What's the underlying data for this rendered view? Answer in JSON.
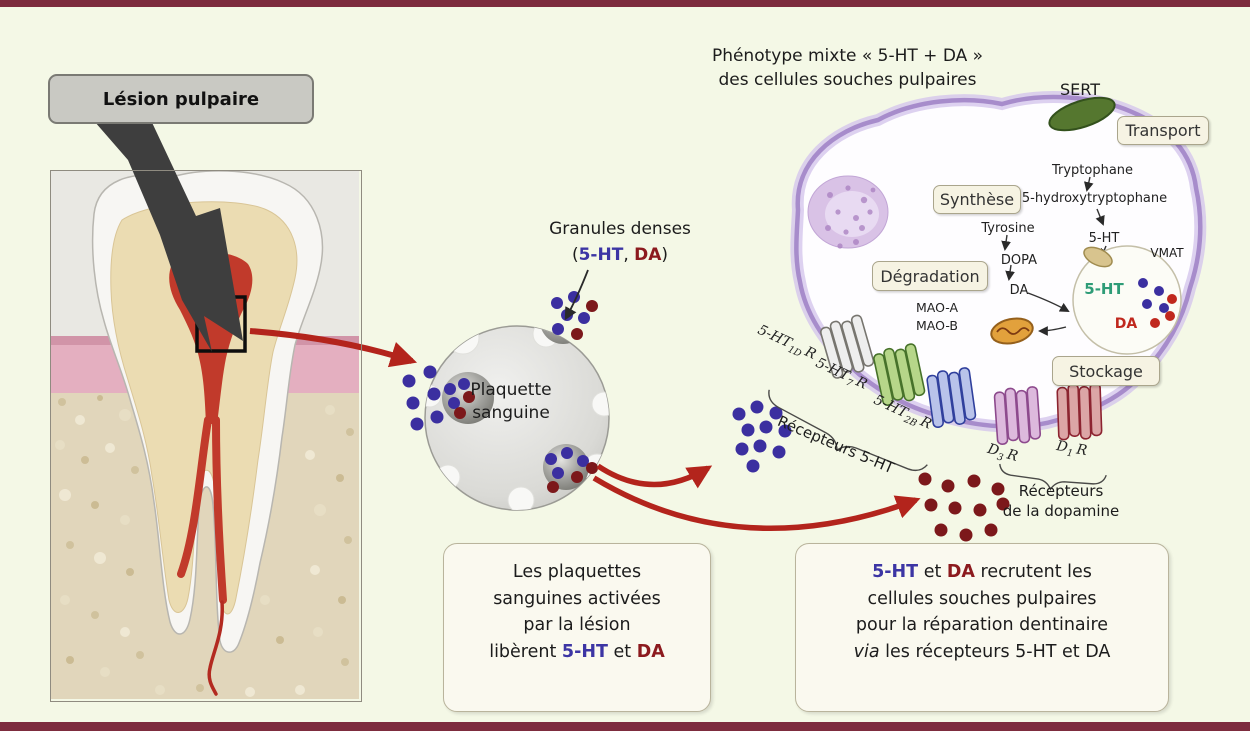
{
  "colors": {
    "background": "#f4f8e6",
    "border_bars": "#7d2c3e",
    "ht_text": "#3c35a4",
    "da_text": "#8c1a1e",
    "ht_dots": "#3b2fa0",
    "da_dots": "#7c181b",
    "red_arrow": "#b3241c",
    "cell_membrane": "#a78ccb",
    "vesicle_ht_text": "#2e9c77",
    "vesicle_da_text": "#c0281e"
  },
  "lesion": {
    "label": "Lésion pulpaire"
  },
  "granules": {
    "title": "Granules denses",
    "open": "(",
    "ht": "5-HT",
    "sep": ", ",
    "da": "DA",
    "close": ")"
  },
  "platelet": {
    "line1": "Plaquette",
    "line2": "sanguine"
  },
  "cell_title": {
    "line1": "Phénotype mixte « 5-HT + DA »",
    "line2": "des cellules souches pulpaires"
  },
  "cell": {
    "sert": "SERT",
    "transport": "Transport",
    "synthese": "Synthèse",
    "tryptophane": "Tryptophane",
    "hydroxytryptophane": "5-hydroxytryptophane",
    "ht": "5-HT",
    "tyrosine": "Tyrosine",
    "dopa": "DOPA",
    "da": "DA",
    "degradation": "Dégradation",
    "mao_a": "MAO-A",
    "mao_b": "MAO-B",
    "vmat": "VMAT",
    "stockage": "Stockage",
    "vesicle_ht": "5-HT",
    "vesicle_da": "DA"
  },
  "receptors": {
    "labels": [
      {
        "base": "5-HT",
        "sub": "1D",
        "suffix": "R"
      },
      {
        "base": "5-HT",
        "sub": "7",
        "suffix": "R"
      },
      {
        "base": "5-HT",
        "sub": "2B",
        "suffix": "R"
      },
      {
        "base": "D",
        "sub": "3",
        "suffix": "R"
      },
      {
        "base": "D",
        "sub": "1",
        "suffix": "R"
      }
    ],
    "ht_group": "Récepteurs 5-HT",
    "da_group_line1": "Récepteurs",
    "da_group_line2": "de la dopamine"
  },
  "box_platelet": {
    "line1": "Les plaquettes",
    "line2": "sanguines activées",
    "line3": "par la lésion",
    "line4_pre": "libèrent ",
    "line4_ht": "5-HT",
    "line4_mid": " et ",
    "line4_da": "DA"
  },
  "box_recruit": {
    "line1_ht": "5-HT",
    "line1_mid": " et ",
    "line1_da": "DA",
    "line1_rest": " recrutent les",
    "line2": "cellules souches pulpaires",
    "line3": "pour la réparation dentinaire",
    "line4_via": "via",
    "line4_rest": " les récepteurs 5-HT et DA"
  }
}
